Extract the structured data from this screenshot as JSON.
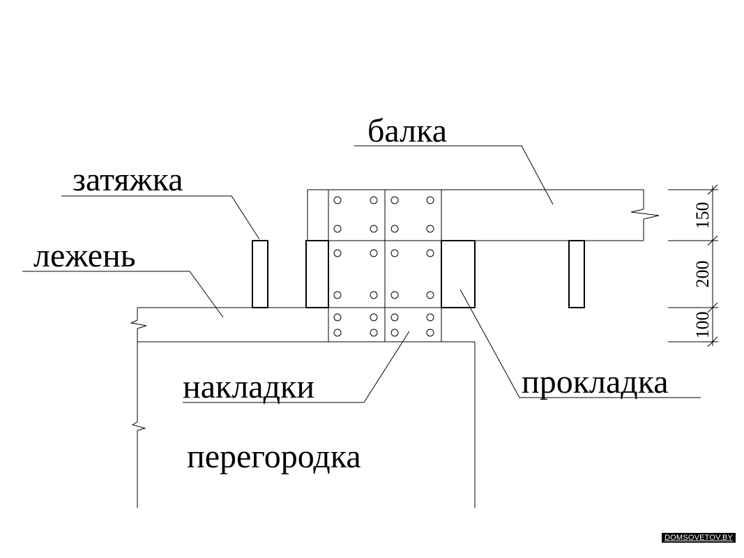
{
  "labels": {
    "balka": "балка",
    "zatyazhka": "затяжка",
    "lezhen": "лежень",
    "nakladki": "накладки",
    "prokladka": "прокладка",
    "peregorodka": "перегородка"
  },
  "dimensions": {
    "beam_height": "150",
    "gap_height": "200",
    "sill_height": "100"
  },
  "watermark": "DOMSOVETOV.BY"
}
